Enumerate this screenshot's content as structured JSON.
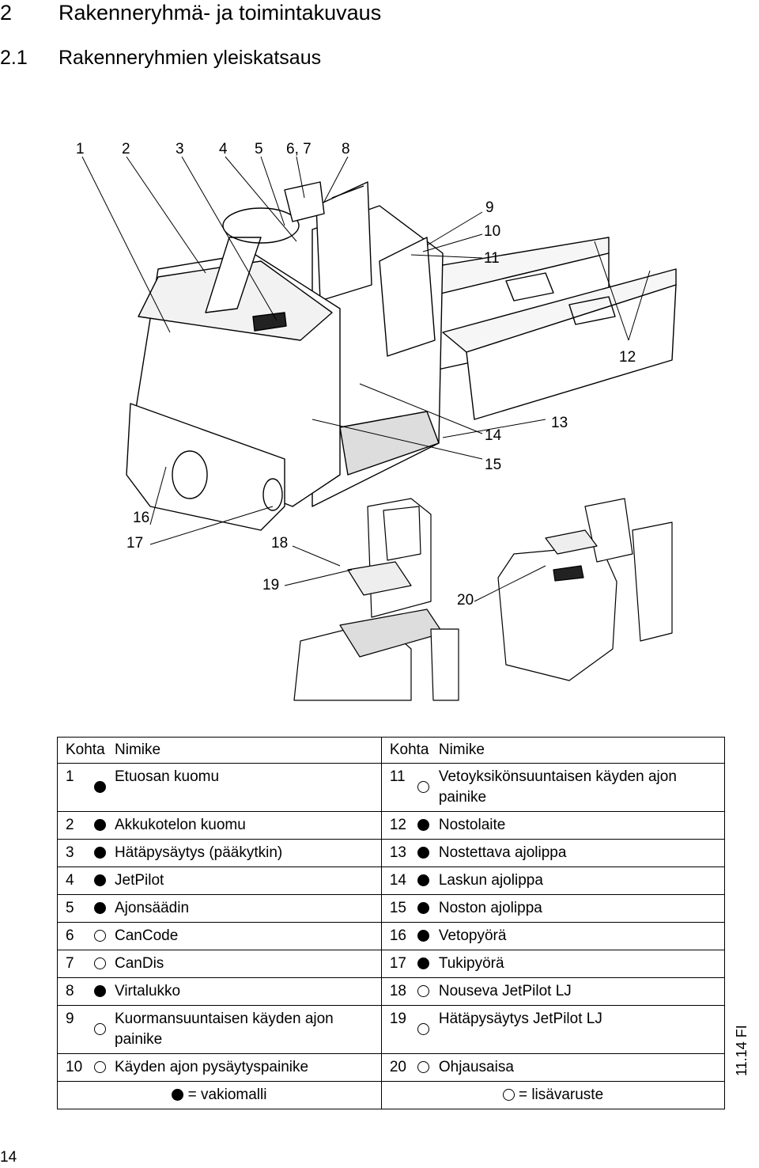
{
  "heading": {
    "number": "2",
    "title": "Rakenneryhmä- ja toimintakuvaus"
  },
  "subheading": {
    "number": "2.1",
    "title": "Rakenneryhmien yleiskatsaus"
  },
  "figure": {
    "callouts": [
      "1",
      "2",
      "3",
      "4",
      "5",
      "6, 7",
      "8",
      "9",
      "10",
      "11",
      "12",
      "13",
      "14",
      "15",
      "16",
      "17",
      "18",
      "19",
      "20"
    ]
  },
  "table": {
    "headers": {
      "kohta": "Kohta",
      "nimike": "Nimike"
    },
    "rows": [
      {
        "left": {
          "no": "1",
          "type": "standard",
          "name": "Etuosan kuomu"
        },
        "right": {
          "no": "11",
          "type": "optional",
          "name": "Vetoyksikönsuuntaisen käyden ajon painike"
        }
      },
      {
        "left": {
          "no": "2",
          "type": "standard",
          "name": "Akkukotelon kuomu"
        },
        "right": {
          "no": "12",
          "type": "standard",
          "name": "Nostolaite"
        }
      },
      {
        "left": {
          "no": "3",
          "type": "standard",
          "name": "Hätäpysäytys (pääkytkin)"
        },
        "right": {
          "no": "13",
          "type": "standard",
          "name": "Nostettava ajolippa"
        }
      },
      {
        "left": {
          "no": "4",
          "type": "standard",
          "name": "JetPilot"
        },
        "right": {
          "no": "14",
          "type": "standard",
          "name": "Laskun ajolippa"
        }
      },
      {
        "left": {
          "no": "5",
          "type": "standard",
          "name": "Ajonsäädin"
        },
        "right": {
          "no": "15",
          "type": "standard",
          "name": "Noston ajolippa"
        }
      },
      {
        "left": {
          "no": "6",
          "type": "optional",
          "name": "CanCode"
        },
        "right": {
          "no": "16",
          "type": "standard",
          "name": "Vetopyörä"
        }
      },
      {
        "left": {
          "no": "7",
          "type": "optional",
          "name": "CanDis"
        },
        "right": {
          "no": "17",
          "type": "standard",
          "name": "Tukipyörä"
        }
      },
      {
        "left": {
          "no": "8",
          "type": "standard",
          "name": "Virtalukko"
        },
        "right": {
          "no": "18",
          "type": "optional",
          "name": "Nouseva JetPilot LJ"
        }
      },
      {
        "left": {
          "no": "9",
          "type": "optional",
          "name": "Kuormansuuntaisen käyden ajon painike"
        },
        "right": {
          "no": "19",
          "type": "optional",
          "name": "Hätäpysäytys JetPilot LJ"
        }
      },
      {
        "left": {
          "no": "10",
          "type": "optional",
          "name": "Käyden ajon pysäytyspainike"
        },
        "right": {
          "no": "20",
          "type": "optional",
          "name": "Ohjausaisa"
        }
      }
    ],
    "legend": {
      "standard": "= vakiomalli",
      "optional": "= lisävaruste"
    }
  },
  "side_code": "11.14 FI",
  "page_number": "14"
}
